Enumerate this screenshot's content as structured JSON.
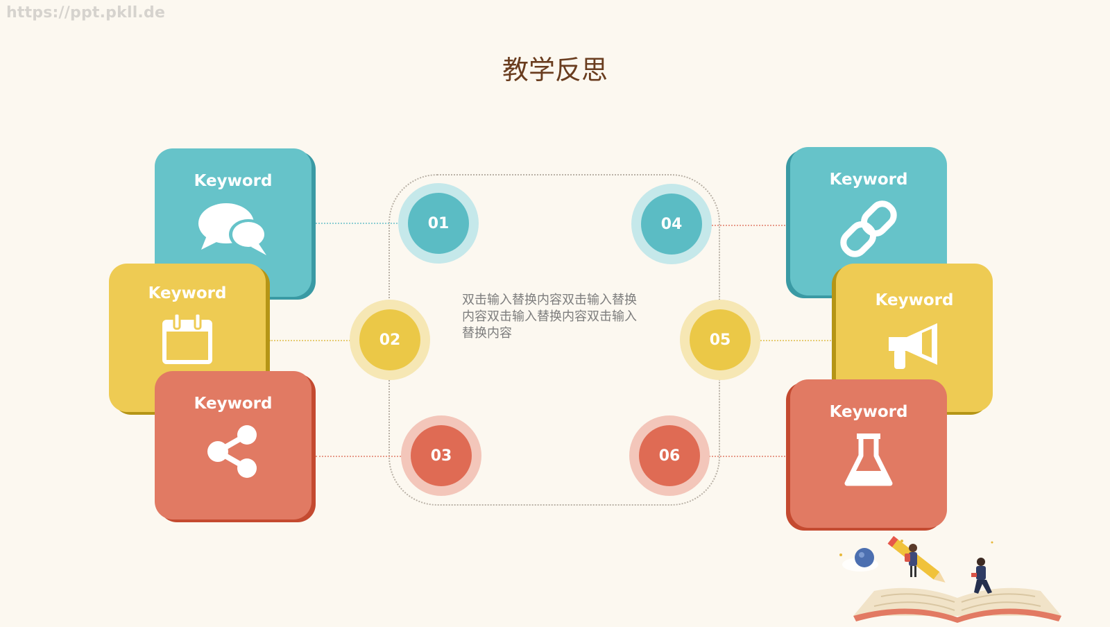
{
  "watermark": "https://ppt.pkll.de",
  "title": "教学反思",
  "body_text": "双击输入替换内容双击输入替换内容双击输入替换内容双击输入替换内容",
  "cards": [
    {
      "label": "Keyword",
      "icon": "chat-bubbles-icon",
      "color": "#66c3c9"
    },
    {
      "label": "Keyword",
      "icon": "calendar-icon",
      "color": "#eecb53"
    },
    {
      "label": "Keyword",
      "icon": "share-icon",
      "color": "#e17a63"
    },
    {
      "label": "Keyword",
      "icon": "chain-link-icon",
      "color": "#66c3c9"
    },
    {
      "label": "Keyword",
      "icon": "megaphone-icon",
      "color": "#eecb53"
    },
    {
      "label": "Keyword",
      "icon": "flask-icon",
      "color": "#e17a63"
    }
  ],
  "steps": [
    "01",
    "02",
    "03",
    "04",
    "05",
    "06"
  ],
  "colors": {
    "teal": "#66c3c9",
    "yellow": "#eecb53",
    "red": "#e17a63",
    "title": "#6a3d1f",
    "background": "#fcf8f0"
  }
}
